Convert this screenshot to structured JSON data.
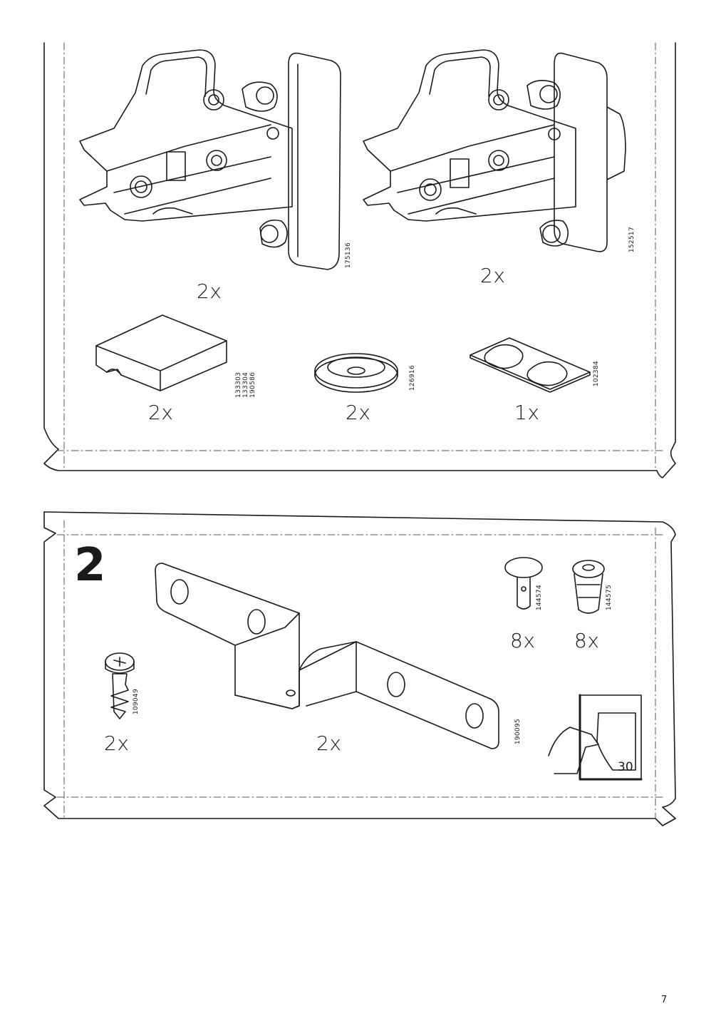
{
  "panel1": {
    "items": [
      {
        "name": "hinge-175136",
        "quantity": "2x",
        "article": "175136"
      },
      {
        "name": "hinge-152517",
        "quantity": "2x",
        "article": "152517"
      },
      {
        "name": "cover-cap",
        "quantity": "2x",
        "article": "133303 133304 190586"
      },
      {
        "name": "damper-126916",
        "quantity": "2x",
        "article": "126916"
      },
      {
        "name": "bumper-sheet",
        "quantity": "1x",
        "article": "102384"
      }
    ]
  },
  "panel2": {
    "step_number": "2",
    "items": [
      {
        "name": "bracket",
        "quantity": "2x",
        "article": "190095"
      },
      {
        "name": "screw-109049",
        "quantity": "2x",
        "article": "109049"
      },
      {
        "name": "pin-144574",
        "quantity": "8x",
        "article": "144574"
      },
      {
        "name": "plug-144575",
        "quantity": "8x",
        "article": "144575"
      }
    ],
    "page_reference": "30"
  },
  "page_number": "7",
  "colors": {
    "line": "#1a1a1a",
    "background": "#ffffff",
    "dash": "#555555"
  }
}
